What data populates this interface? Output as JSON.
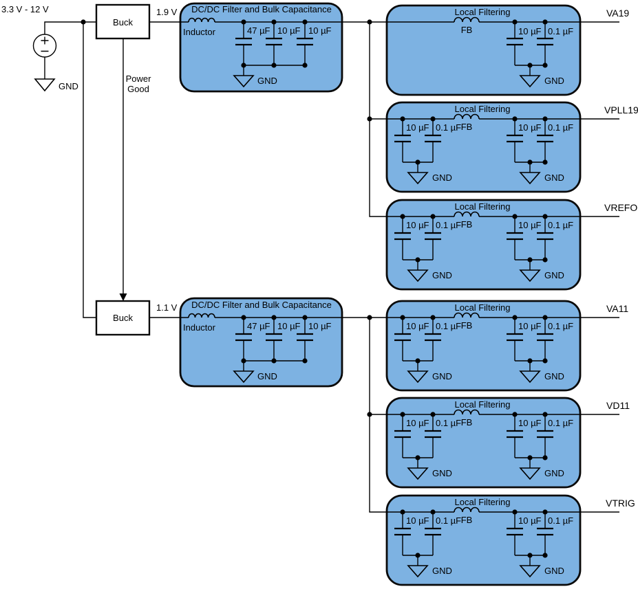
{
  "power_input": {
    "label": "3.3 V - 12 V",
    "gnd": "GND"
  },
  "bucks": [
    {
      "name": "Buck",
      "output_voltage": "1.9 V"
    },
    {
      "name": "Buck",
      "output_voltage": "1.1 V"
    }
  ],
  "power_good": {
    "line1": "Power",
    "line2": "Good"
  },
  "dcdc": [
    {
      "title": "DC/DC Filter and Bulk Capacitance",
      "inductor_label": "Inductor",
      "caps": [
        "47 µF",
        "10 µF",
        "10 µF"
      ],
      "gnd": "GND"
    },
    {
      "title": "DC/DC Filter and Bulk Capacitance",
      "inductor_label": "Inductor",
      "caps": [
        "47 µF",
        "10 µF",
        "10 µF"
      ],
      "gnd": "GND"
    }
  ],
  "local": [
    {
      "title": "Local Filtering",
      "fb": "FB",
      "rail": "VA19",
      "output_caps": [
        "10 µF",
        "0.1 µF"
      ],
      "output_gnd": "GND"
    },
    {
      "title": "Local Filtering",
      "fb": "FB",
      "rail": "VPLL19",
      "input_caps": [
        "10 µF",
        "0.1 µF"
      ],
      "input_gnd": "GND",
      "output_caps": [
        "10 µF",
        "0.1 µF"
      ],
      "output_gnd": "GND"
    },
    {
      "title": "Local Filtering",
      "fb": "FB",
      "rail": "VREFO",
      "input_caps": [
        "10 µF",
        "0.1 µF"
      ],
      "input_gnd": "GND",
      "output_caps": [
        "10 µF",
        "0.1 µF"
      ],
      "output_gnd": "GND"
    },
    {
      "title": "Local Filtering",
      "fb": "FB",
      "rail": "VA11",
      "input_caps": [
        "10 µF",
        "0.1 µF"
      ],
      "input_gnd": "GND",
      "output_caps": [
        "10 µF",
        "0.1 µF"
      ],
      "output_gnd": "GND"
    },
    {
      "title": "Local Filtering",
      "fb": "FB",
      "rail": "VD11",
      "input_caps": [
        "10 µF",
        "0.1 µF"
      ],
      "input_gnd": "GND",
      "output_caps": [
        "10 µF",
        "0.1 µF"
      ],
      "output_gnd": "GND"
    },
    {
      "title": "Local Filtering",
      "fb": "FB",
      "rail": "VTRIG",
      "input_caps": [
        "10 µF",
        "0.1 µF"
      ],
      "input_gnd": "GND",
      "output_caps": [
        "10 µF",
        "0.1 µF"
      ],
      "output_gnd": "GND"
    }
  ],
  "colors": {
    "block_fill": "#7DB2E2",
    "wire": "#000000",
    "box_fill": "#FFFFFF"
  }
}
